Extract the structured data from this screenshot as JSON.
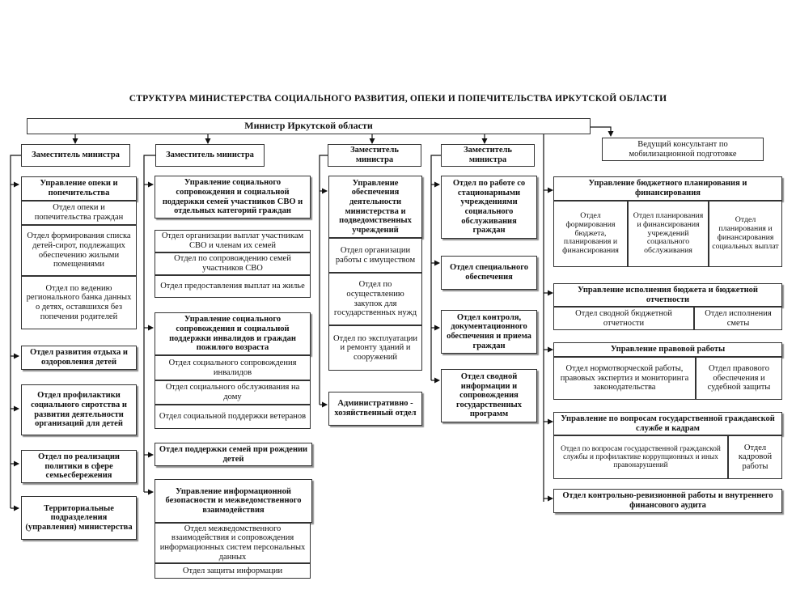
{
  "title": "СТРУКТУРА  МИНИСТЕРСТВА  СОЦИАЛЬНОГО  РАЗВИТИЯ,  ОПЕКИ  И ПОПЕЧИТЕЛЬСТВА  ИРКУТСКОЙ  ОБЛАСТИ",
  "minister": "Министр Иркутской области",
  "consultant": "Ведущий консультант по мобилизационной подготовке",
  "col1": {
    "deputy": "Заместитель министра",
    "guardianship": {
      "head": "Управление опеки и попечительства",
      "units": [
        "Отдел опеки и попечительства граждан",
        "Отдел формирования списка детей-сирот, подлежащих обеспечению жилыми помещениями",
        "Отдел по ведению регионального банка данных о детях, оставшихся без попечения родителей"
      ]
    },
    "recreation": "Отдел развития отдыха и оздоровления детей",
    "prevention": "Отдел профилактики социального сиротства и развития деятельности организаций для детей",
    "family_policy": "Отдел по реализации политики в сфере семьесбережения",
    "territorial": "Территориальные подразделения (управления) министерства"
  },
  "col2": {
    "deputy": "Заместитель министра",
    "svo": {
      "head": "Управление социального сопровождения и социальной поддержки семей участников СВО и отдельных категорий граждан",
      "units": [
        "Отдел организации выплат участникам СВО и членам их семей",
        "Отдел по сопровождению семей участников СВО",
        "Отдел предоставления выплат на жилье"
      ]
    },
    "disabled": {
      "head": "Управление социального сопровождения и социальной поддержки инвалидов и граждан пожилого возраста",
      "units": [
        "Отдел социального сопровождения инвалидов",
        "Отдел социального обслуживания на дому",
        "Отдел социальной поддержки ветеранов"
      ]
    },
    "births": "Отдел поддержки семей при рождении детей",
    "infosec": {
      "head": "Управление информационной безопасности и межведомственного взаимодействия",
      "units": [
        "Отдел межведомственного взаимодействия и сопровождения информационных систем персональных данных",
        "Отдел защиты информации"
      ]
    }
  },
  "col3": {
    "deputy": "Заместитель министра",
    "support": {
      "head": "Управление обеспечения деятельности министерства и подведомственных учреждений",
      "units": [
        "Отдел организации работы с имуществом",
        "Отдел по осуществлению закупок для государственных нужд",
        "Отдел по эксплуатации и ремонту зданий и сооружений"
      ]
    },
    "admin": "Административно - хозяйственный отдел"
  },
  "col4": {
    "deputy": "Заместитель министра",
    "inpatient": "Отдел по работе со стационарными учреждениями социального обслуживания граждан",
    "special": "Отдел специального обеспечения",
    "control": "Отдел контроля, документационного обеспечения и приема граждан",
    "programs": "Отдел сводной информации и сопровождения государственных программ"
  },
  "right": {
    "budget_planning": {
      "head": "Управление бюджетного планирования и финансирования",
      "units": [
        "Отдел формирования бюджета, планирования и финансирования",
        "Отдел планирования и финансирования учреждений социального обслуживания",
        "Отдел планирования и финансирования социальных выплат"
      ]
    },
    "budget_execution": {
      "head": "Управление исполнения бюджета и бюджетной отчетности",
      "units": [
        "Отдел сводной бюджетной отчетности",
        "Отдел исполнения сметы"
      ]
    },
    "legal": {
      "head": "Управление правовой работы",
      "units": [
        "Отдел нормотворческой работы, правовых экспертиз и мониторинга законодательства",
        "Отдел правового обеспечения и судебной защиты"
      ]
    },
    "civil_service": {
      "head": "Управление по вопросам государственной гражданской службе и кадрам",
      "units": [
        "Отдел по вопросам государственной гражданской службы и профилактике коррупционных и иных правонарушений",
        "Отдел кадровой работы"
      ]
    },
    "audit": "Отдел контрольно-ревизионной работы и внутреннего финансового аудита"
  }
}
